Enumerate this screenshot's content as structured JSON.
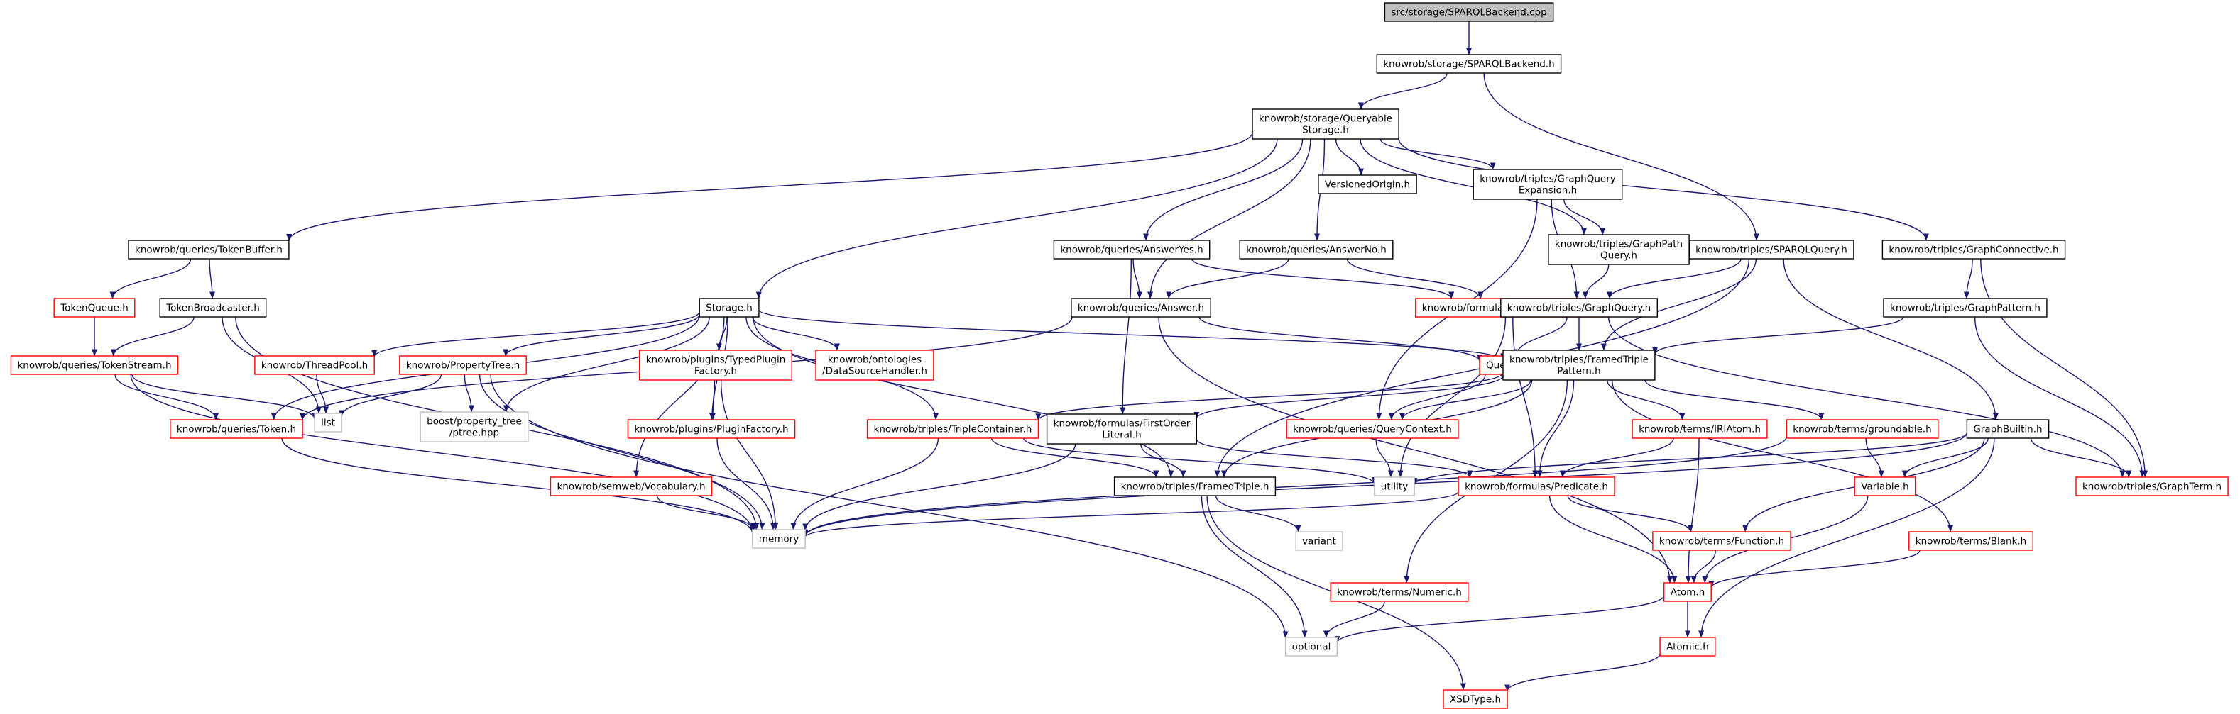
{
  "graph": {
    "style": {
      "normal_border": "#000000",
      "truncated_border": "#ff0000",
      "external_border": "#bfbfbf",
      "root_fill": "#bfbfbf",
      "edge_color": "#191970"
    },
    "nodes": [
      {
        "id": "n0",
        "lines": [
          "src/storage/SPARQLBackend.cpp"
        ],
        "kind": "root"
      },
      {
        "id": "n1",
        "lines": [
          "knowrob/storage/SPARQLBackend.h"
        ],
        "kind": "normal"
      },
      {
        "id": "n2",
        "lines": [
          "knowrob/storage/Queryable",
          "Storage.h"
        ],
        "kind": "normal"
      },
      {
        "id": "n3",
        "lines": [
          "knowrob/triples/SPARQLQuery.h"
        ],
        "kind": "normal"
      },
      {
        "id": "n4",
        "lines": [
          "VersionedOrigin.h"
        ],
        "kind": "normal"
      },
      {
        "id": "n5",
        "lines": [
          "knowrob/triples/GraphQuery",
          "Expansion.h"
        ],
        "kind": "normal"
      },
      {
        "id": "n6",
        "lines": [
          "knowrob/queries/TokenBuffer.h"
        ],
        "kind": "normal"
      },
      {
        "id": "n7",
        "lines": [
          "knowrob/queries/AnswerYes.h"
        ],
        "kind": "normal"
      },
      {
        "id": "n8",
        "lines": [
          "knowrob/queries/AnswerNo.h"
        ],
        "kind": "normal"
      },
      {
        "id": "n9",
        "lines": [
          "knowrob/triples/GraphPath",
          "Query.h"
        ],
        "kind": "normal"
      },
      {
        "id": "n10",
        "lines": [
          "knowrob/triples/GraphConnective.h"
        ],
        "kind": "normal"
      },
      {
        "id": "n11",
        "lines": [
          "TokenQueue.h"
        ],
        "kind": "truncated"
      },
      {
        "id": "n12",
        "lines": [
          "TokenBroadcaster.h"
        ],
        "kind": "normal"
      },
      {
        "id": "n13",
        "lines": [
          "Storage.h"
        ],
        "kind": "normal"
      },
      {
        "id": "n14",
        "lines": [
          "knowrob/queries/Answer.h"
        ],
        "kind": "normal"
      },
      {
        "id": "n15",
        "lines": [
          "knowrob/formulas/FramedPredicate.h"
        ],
        "kind": "truncated"
      },
      {
        "id": "n16",
        "lines": [
          "knowrob/triples/GraphQuery.h"
        ],
        "kind": "normal"
      },
      {
        "id": "n17",
        "lines": [
          "knowrob/triples/GraphPattern.h"
        ],
        "kind": "normal"
      },
      {
        "id": "n18",
        "lines": [
          "knowrob/queries/TokenStream.h"
        ],
        "kind": "truncated"
      },
      {
        "id": "n19",
        "lines": [
          "knowrob/ThreadPool.h"
        ],
        "kind": "truncated"
      },
      {
        "id": "n20",
        "lines": [
          "knowrob/PropertyTree.h"
        ],
        "kind": "truncated"
      },
      {
        "id": "n21",
        "lines": [
          "knowrob/plugins/TypedPlugin",
          "Factory.h"
        ],
        "kind": "truncated"
      },
      {
        "id": "n22",
        "lines": [
          "knowrob/ontologies",
          "/DataSourceHandler.h"
        ],
        "kind": "truncated"
      },
      {
        "id": "n23",
        "lines": [
          "Query.h"
        ],
        "kind": "truncated"
      },
      {
        "id": "n24",
        "lines": [
          "knowrob/triples/FramedTriple",
          "Pattern.h"
        ],
        "kind": "normal"
      },
      {
        "id": "n25",
        "lines": [
          "list"
        ],
        "kind": "external"
      },
      {
        "id": "n26",
        "lines": [
          "boost/property_tree",
          "/ptree.hpp"
        ],
        "kind": "external"
      },
      {
        "id": "n27",
        "lines": [
          "knowrob/plugins/PluginFactory.h"
        ],
        "kind": "truncated"
      },
      {
        "id": "n28",
        "lines": [
          "knowrob/queries/Token.h"
        ],
        "kind": "truncated"
      },
      {
        "id": "n29",
        "lines": [
          "knowrob/triples/TripleContainer.h"
        ],
        "kind": "truncated"
      },
      {
        "id": "n30",
        "lines": [
          "knowrob/formulas/FirstOrder",
          "Literal.h"
        ],
        "kind": "normal"
      },
      {
        "id": "n31",
        "lines": [
          "knowrob/queries/QueryContext.h"
        ],
        "kind": "truncated"
      },
      {
        "id": "n32",
        "lines": [
          "knowrob/terms/IRIAtom.h"
        ],
        "kind": "truncated"
      },
      {
        "id": "n33",
        "lines": [
          "knowrob/terms/groundable.h"
        ],
        "kind": "truncated"
      },
      {
        "id": "n34",
        "lines": [
          "GraphBuiltin.h"
        ],
        "kind": "normal"
      },
      {
        "id": "n35",
        "lines": [
          "knowrob/semweb/Vocabulary.h"
        ],
        "kind": "truncated"
      },
      {
        "id": "n36",
        "lines": [
          "knowrob/triples/FramedTriple.h"
        ],
        "kind": "normal"
      },
      {
        "id": "n37",
        "lines": [
          "utility"
        ],
        "kind": "external"
      },
      {
        "id": "n38",
        "lines": [
          "knowrob/formulas/Predicate.h"
        ],
        "kind": "truncated"
      },
      {
        "id": "n39",
        "lines": [
          "Variable.h"
        ],
        "kind": "truncated"
      },
      {
        "id": "n40",
        "lines": [
          "knowrob/triples/GraphTerm.h"
        ],
        "kind": "truncated"
      },
      {
        "id": "n41",
        "lines": [
          "memory"
        ],
        "kind": "external"
      },
      {
        "id": "n42",
        "lines": [
          "variant"
        ],
        "kind": "external"
      },
      {
        "id": "n43",
        "lines": [
          "knowrob/terms/Function.h"
        ],
        "kind": "truncated"
      },
      {
        "id": "n44",
        "lines": [
          "knowrob/terms/Blank.h"
        ],
        "kind": "truncated"
      },
      {
        "id": "n45",
        "lines": [
          "knowrob/terms/Numeric.h"
        ],
        "kind": "truncated"
      },
      {
        "id": "n46",
        "lines": [
          "Atom.h"
        ],
        "kind": "truncated"
      },
      {
        "id": "n47",
        "lines": [
          "optional"
        ],
        "kind": "external"
      },
      {
        "id": "n48",
        "lines": [
          "Atomic.h"
        ],
        "kind": "truncated"
      },
      {
        "id": "n49",
        "lines": [
          "XSDType.h"
        ],
        "kind": "truncated"
      }
    ],
    "edges": [
      [
        "n0",
        "n1"
      ],
      [
        "n1",
        "n2"
      ],
      [
        "n1",
        "n3"
      ],
      [
        "n2",
        "n4"
      ],
      [
        "n2",
        "n5"
      ],
      [
        "n2",
        "n6"
      ],
      [
        "n2",
        "n7"
      ],
      [
        "n2",
        "n8"
      ],
      [
        "n2",
        "n9"
      ],
      [
        "n2",
        "n10"
      ],
      [
        "n2",
        "n13"
      ],
      [
        "n2",
        "n14"
      ],
      [
        "n5",
        "n9"
      ],
      [
        "n5",
        "n16"
      ],
      [
        "n5",
        "n31"
      ],
      [
        "n6",
        "n11"
      ],
      [
        "n6",
        "n12"
      ],
      [
        "n11",
        "n18"
      ],
      [
        "n12",
        "n18"
      ],
      [
        "n12",
        "n25"
      ],
      [
        "n12",
        "n41"
      ],
      [
        "n7",
        "n14"
      ],
      [
        "n7",
        "n15"
      ],
      [
        "n7",
        "n30"
      ],
      [
        "n8",
        "n14"
      ],
      [
        "n8",
        "n15"
      ],
      [
        "n9",
        "n16"
      ],
      [
        "n10",
        "n17"
      ],
      [
        "n10",
        "n40"
      ],
      [
        "n3",
        "n16"
      ],
      [
        "n3",
        "n24"
      ],
      [
        "n3",
        "n34"
      ],
      [
        "n3",
        "n36"
      ],
      [
        "n13",
        "n19"
      ],
      [
        "n13",
        "n20"
      ],
      [
        "n13",
        "n21"
      ],
      [
        "n13",
        "n22"
      ],
      [
        "n13",
        "n24"
      ],
      [
        "n13",
        "n26"
      ],
      [
        "n13",
        "n27"
      ],
      [
        "n13",
        "n28"
      ],
      [
        "n13",
        "n29"
      ],
      [
        "n13",
        "n35"
      ],
      [
        "n13",
        "n36"
      ],
      [
        "n14",
        "n23"
      ],
      [
        "n14",
        "n28"
      ],
      [
        "n14",
        "n46"
      ],
      [
        "n15",
        "n37"
      ],
      [
        "n15",
        "n38"
      ],
      [
        "n16",
        "n23"
      ],
      [
        "n16",
        "n24"
      ],
      [
        "n16",
        "n40"
      ],
      [
        "n17",
        "n24"
      ],
      [
        "n17",
        "n40"
      ],
      [
        "n18",
        "n28"
      ],
      [
        "n18",
        "n25"
      ],
      [
        "n18",
        "n41"
      ],
      [
        "n19",
        "n25"
      ],
      [
        "n20",
        "n25"
      ],
      [
        "n20",
        "n26"
      ],
      [
        "n20",
        "n41"
      ],
      [
        "n20",
        "n47"
      ],
      [
        "n21",
        "n27"
      ],
      [
        "n21",
        "n41"
      ],
      [
        "n23",
        "n31"
      ],
      [
        "n24",
        "n29"
      ],
      [
        "n24",
        "n30"
      ],
      [
        "n24",
        "n31"
      ],
      [
        "n24",
        "n32"
      ],
      [
        "n24",
        "n33"
      ],
      [
        "n24",
        "n36"
      ],
      [
        "n24",
        "n38"
      ],
      [
        "n24",
        "n44"
      ],
      [
        "n24",
        "n45"
      ],
      [
        "n27",
        "n41"
      ],
      [
        "n28",
        "n41"
      ],
      [
        "n29",
        "n36"
      ],
      [
        "n29",
        "n37"
      ],
      [
        "n29",
        "n41"
      ],
      [
        "n30",
        "n36"
      ],
      [
        "n30",
        "n38"
      ],
      [
        "n30",
        "n41"
      ],
      [
        "n31",
        "n37"
      ],
      [
        "n32",
        "n38"
      ],
      [
        "n32",
        "n46"
      ],
      [
        "n33",
        "n39"
      ],
      [
        "n33",
        "n41"
      ],
      [
        "n34",
        "n37"
      ],
      [
        "n34",
        "n39"
      ],
      [
        "n34",
        "n40"
      ],
      [
        "n34",
        "n41"
      ],
      [
        "n34",
        "n43"
      ],
      [
        "n34",
        "n48"
      ],
      [
        "n35",
        "n41"
      ],
      [
        "n36",
        "n42"
      ],
      [
        "n36",
        "n47"
      ],
      [
        "n36",
        "n49"
      ],
      [
        "n38",
        "n41"
      ],
      [
        "n38",
        "n43"
      ],
      [
        "n38",
        "n46"
      ],
      [
        "n39",
        "n46"
      ],
      [
        "n43",
        "n46"
      ],
      [
        "n44",
        "n46"
      ],
      [
        "n45",
        "n47"
      ],
      [
        "n46",
        "n47"
      ],
      [
        "n46",
        "n48"
      ],
      [
        "n48",
        "n49"
      ]
    ]
  }
}
